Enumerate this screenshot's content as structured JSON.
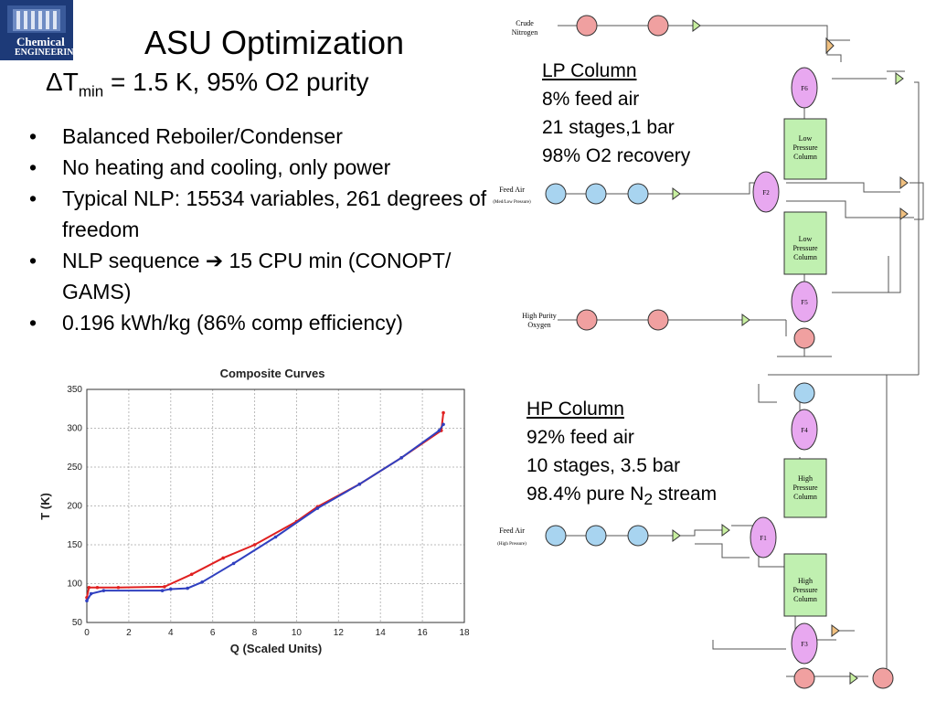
{
  "slide": {
    "title": "ASU Optimization",
    "subtitle_delta": "ΔT",
    "subtitle_sub": "min",
    "subtitle_rest": " = 1.5 K, 95% O2  purity",
    "logo_line1": "Chemical",
    "logo_line2": "ENGINEERING"
  },
  "bullets": [
    "Balanced Reboiler/Condenser",
    "No heating and cooling, only power",
    "Typical NLP: 15534 variables, 261 degrees of freedom",
    "NLP sequence ➔ 15 CPU min (CONOPT/ GAMS)",
    "0.196 kWh/kg (86% comp efficiency)"
  ],
  "lp_note": {
    "title": "LP Column",
    "lines": [
      "8% feed air",
      "21 stages,1 bar",
      "98% O2 recovery"
    ]
  },
  "hp_note": {
    "title": "HP Column",
    "lines": [
      "92% feed air",
      "10 stages, 3.5 bar"
    ],
    "last_pre": "98.4% pure N",
    "last_sub": "2",
    "last_post": " stream"
  },
  "flowsheet": {
    "crude_nitrogen": [
      "Crude",
      "Nitrogen"
    ],
    "feed_air_lp": "Feed Air",
    "feed_air_lp_sub": "(Med/Low Pressure)",
    "feed_air_hp": "Feed Air",
    "feed_air_hp_sub": "(High Pressure)",
    "hp_oxygen": [
      "High Purity",
      "Oxygen"
    ],
    "lp_column_top": [
      "Low",
      "Pressure",
      "Column"
    ],
    "lp_column_bottom": [
      "Low",
      "Pressure",
      "Column"
    ],
    "hp_column_top": [
      "High",
      "Pressure",
      "Column"
    ],
    "hp_column_bottom": [
      "High",
      "Pressure",
      "Column"
    ],
    "flash_labels": [
      "F6",
      "F2",
      "F5",
      "F4",
      "F1",
      "F3"
    ],
    "colors": {
      "heater": "#f0a0a0",
      "cooler": "#a8d4f0",
      "column": "#c0f0b0",
      "flash": "#e8a8f0",
      "valve": "#c8f0a0",
      "compressor": "#f0c080"
    }
  },
  "chart_data": {
    "type": "line",
    "title": "Composite Curves",
    "xlabel": "Q (Scaled Units)",
    "ylabel": "T (K)",
    "xlim": [
      0,
      18
    ],
    "ylim": [
      50,
      350
    ],
    "xticks": [
      0,
      2,
      4,
      6,
      8,
      10,
      12,
      14,
      16,
      18
    ],
    "yticks": [
      50,
      100,
      150,
      200,
      250,
      300,
      350
    ],
    "grid": true,
    "series": [
      {
        "color": "#e02020",
        "x": [
          0,
          0.1,
          0.5,
          1.5,
          3.7,
          5.0,
          6.5,
          8.0,
          10.0,
          11.0,
          13.0,
          15.0,
          16.9,
          17.0
        ],
        "y": [
          82,
          95,
          95,
          95,
          96,
          112,
          133,
          150,
          180,
          199,
          228,
          262,
          297,
          320
        ]
      },
      {
        "color": "#3040c0",
        "x": [
          0,
          0.2,
          0.8,
          3.6,
          4.0,
          4.8,
          5.5,
          7.0,
          9.0,
          11.0,
          13.0,
          15.0,
          16.8,
          17.0
        ],
        "y": [
          78,
          87,
          91,
          91,
          93,
          94,
          102,
          126,
          160,
          197,
          228,
          262,
          297,
          305
        ]
      }
    ]
  }
}
